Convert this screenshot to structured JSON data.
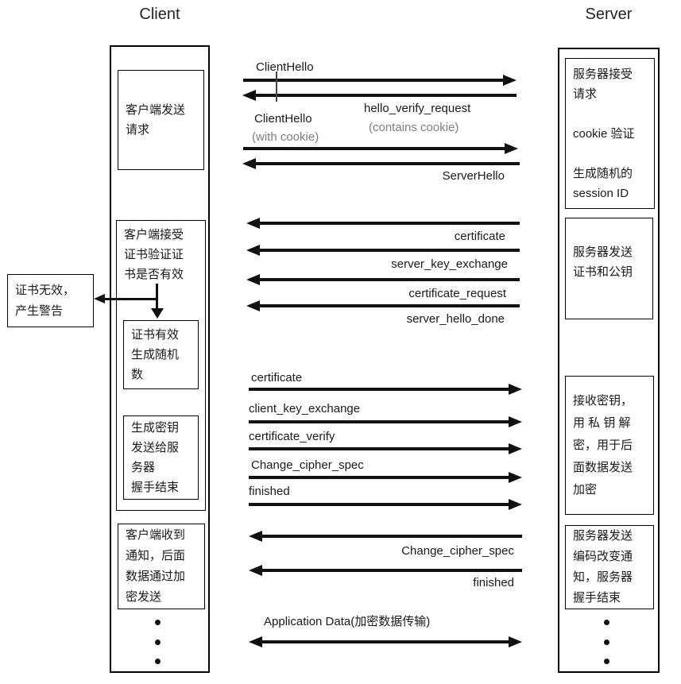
{
  "client": {
    "title": "Client",
    "send_request": "客户端发送\n请求",
    "verify_cert": "客户端接受\n证书验证证\n书是否有效",
    "cert_valid": "证书有效\n生成随机\n数",
    "gen_key": "生成密钥\n发送给服\n务器\n握手结束",
    "received_notice": "客户端收到\n通知，后面\n数据通过加\n密发送"
  },
  "server": {
    "title": "Server",
    "accept_request": "服务器接受\n请求\n\ncookie 验证\n\n生成随机的\nsession ID",
    "send_cert": "服务器发送\n证书和公钥",
    "receive_key": "接收密钥，\n用 私 钥 解\n密，用于后\n面数据发送\n加密",
    "change_notice": "服务器发送\n编码改变通\n知，服务器\n握手结束"
  },
  "side_note": "证书无效，\n产生警告",
  "messages": {
    "client_hello": "ClientHello",
    "hello_verify_request": "hello_verify_request",
    "hello_verify_request_sub": "(contains cookie)",
    "client_hello2": "ClientHello",
    "client_hello2_sub": "(with cookie)",
    "server_hello": "ServerHello",
    "certificate_s": "certificate",
    "server_key_exchange": "server_key_exchange",
    "certificate_request": "certificate_request",
    "server_hello_done": "server_hello_done",
    "certificate_c": "certificate",
    "client_key_exchange": "client_key_exchange",
    "certificate_verify": "certificate_verify",
    "change_cipher_spec_c": "Change_cipher_spec",
    "finished_c": "finished",
    "change_cipher_spec_s": "Change_cipher_spec",
    "finished_s": "finished",
    "application_data": "Application Data(加密数据传输)"
  }
}
